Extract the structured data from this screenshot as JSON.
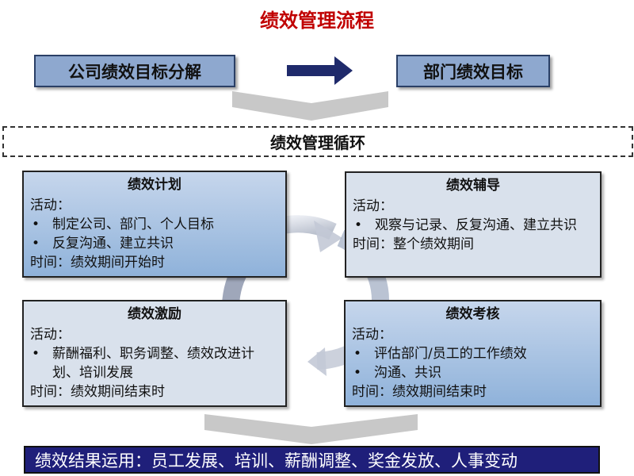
{
  "title": "绩效管理流程",
  "top_left_box": "公司绩效目标分解",
  "top_right_box": "部门绩效目标",
  "cycle_banner": "绩效管理循环",
  "cards": {
    "plan": {
      "title": "绩效计划",
      "activity_label": "活动：",
      "bullets": [
        "制定公司、部门、个人目标",
        "反复沟通、建立共识"
      ],
      "time": "时间：绩效期间开始时"
    },
    "coach": {
      "title": "绩效辅导",
      "activity_label": "活动：",
      "bullets": [
        "观察与记录、反复沟通、建立共识"
      ],
      "time": "时间：整个绩效期间"
    },
    "incentive": {
      "title": "绩效激励",
      "activity_label": "活动：",
      "bullets": [
        "薪酬福利、职务调整、绩效改进计划、培训发展"
      ],
      "time": "时间：绩效期间结束时"
    },
    "review": {
      "title": "绩效考核",
      "activity_label": "活动：",
      "bullets": [
        "评估部门/员工的工作绩效",
        "沟通、共识"
      ],
      "time": "时间：绩效期间结束时"
    }
  },
  "bullet_symbol": "•",
  "result_bar": "绩效结果运用：员工发展、培训、薪酬调整、奖金发放、人事变动",
  "colors": {
    "title": "#c00000",
    "top_box_fill": "#8ea8cf",
    "arrow_navy": "#1f2a6b",
    "result_bar_fill": "#1f1f7a",
    "chevron_grey": "#c8c8c8"
  }
}
